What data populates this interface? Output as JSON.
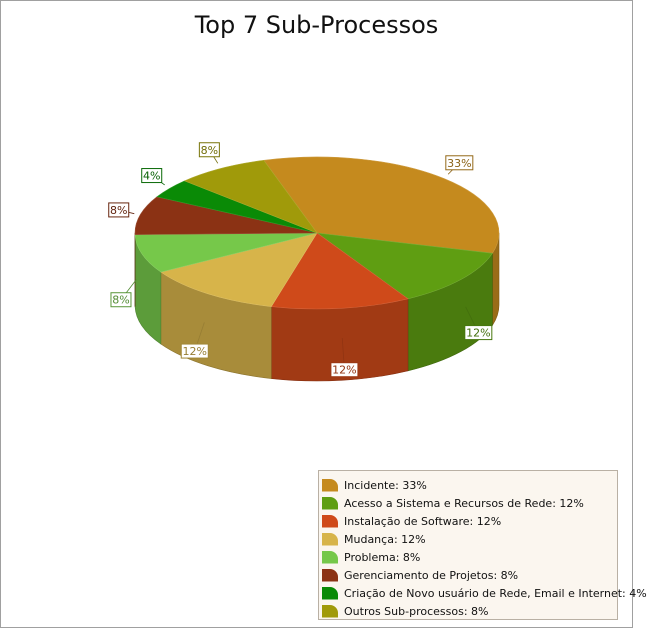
{
  "chart_data": {
    "type": "pie",
    "title": "Top 7 Sub-Processos",
    "slices": [
      {
        "label": "Incidente: 33%",
        "pct_label": "33%",
        "value": 33,
        "color": "#c58a1e"
      },
      {
        "label": "Acesso a Sistema e Recursos de Rede: 12%",
        "pct_label": "12%",
        "value": 12,
        "color": "#5f9e12"
      },
      {
        "label": "Instalação de Software: 12%",
        "pct_label": "12%",
        "value": 12,
        "color": "#cf4a1a"
      },
      {
        "label": "Mudança: 12%",
        "pct_label": "12%",
        "value": 12,
        "color": "#d7b44a"
      },
      {
        "label": "Problema: 8%",
        "pct_label": "8%",
        "value": 8,
        "color": "#76c84a"
      },
      {
        "label": "Gerenciamento de Projetos: 8%",
        "pct_label": "8%",
        "value": 8,
        "color": "#8b3214"
      },
      {
        "label": "Criação de Novo usuário de Rede, Email e Internet: 4%",
        "pct_label": "4%",
        "value": 4,
        "color": "#0a8a06"
      },
      {
        "label": "Outros Sub-processos: 8%",
        "pct_label": "8%",
        "value": 8,
        "color": "#a09a0a"
      }
    ],
    "legend_position": "bottom-right",
    "style": "3d-pie"
  }
}
